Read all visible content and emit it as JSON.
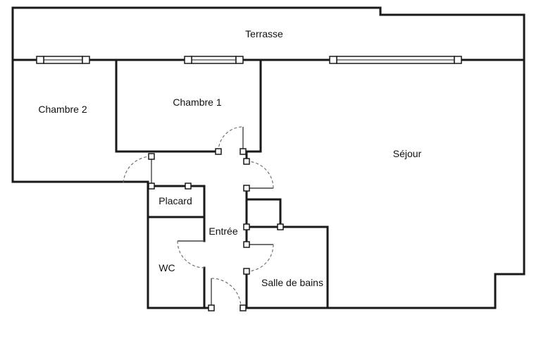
{
  "colors": {
    "wall": "#1a1a1a",
    "background": "#ffffff",
    "text": "#111111"
  },
  "rooms": {
    "terrasse": {
      "label": "Terrasse"
    },
    "chambre2": {
      "label": "Chambre 2"
    },
    "chambre1": {
      "label": "Chambre 1"
    },
    "sejour": {
      "label": "Séjour"
    },
    "placard": {
      "label": "Placard"
    },
    "entree": {
      "label": "Entrée"
    },
    "wc": {
      "label": "WC"
    },
    "salle_de_bains": {
      "label": "Salle de bains"
    }
  }
}
